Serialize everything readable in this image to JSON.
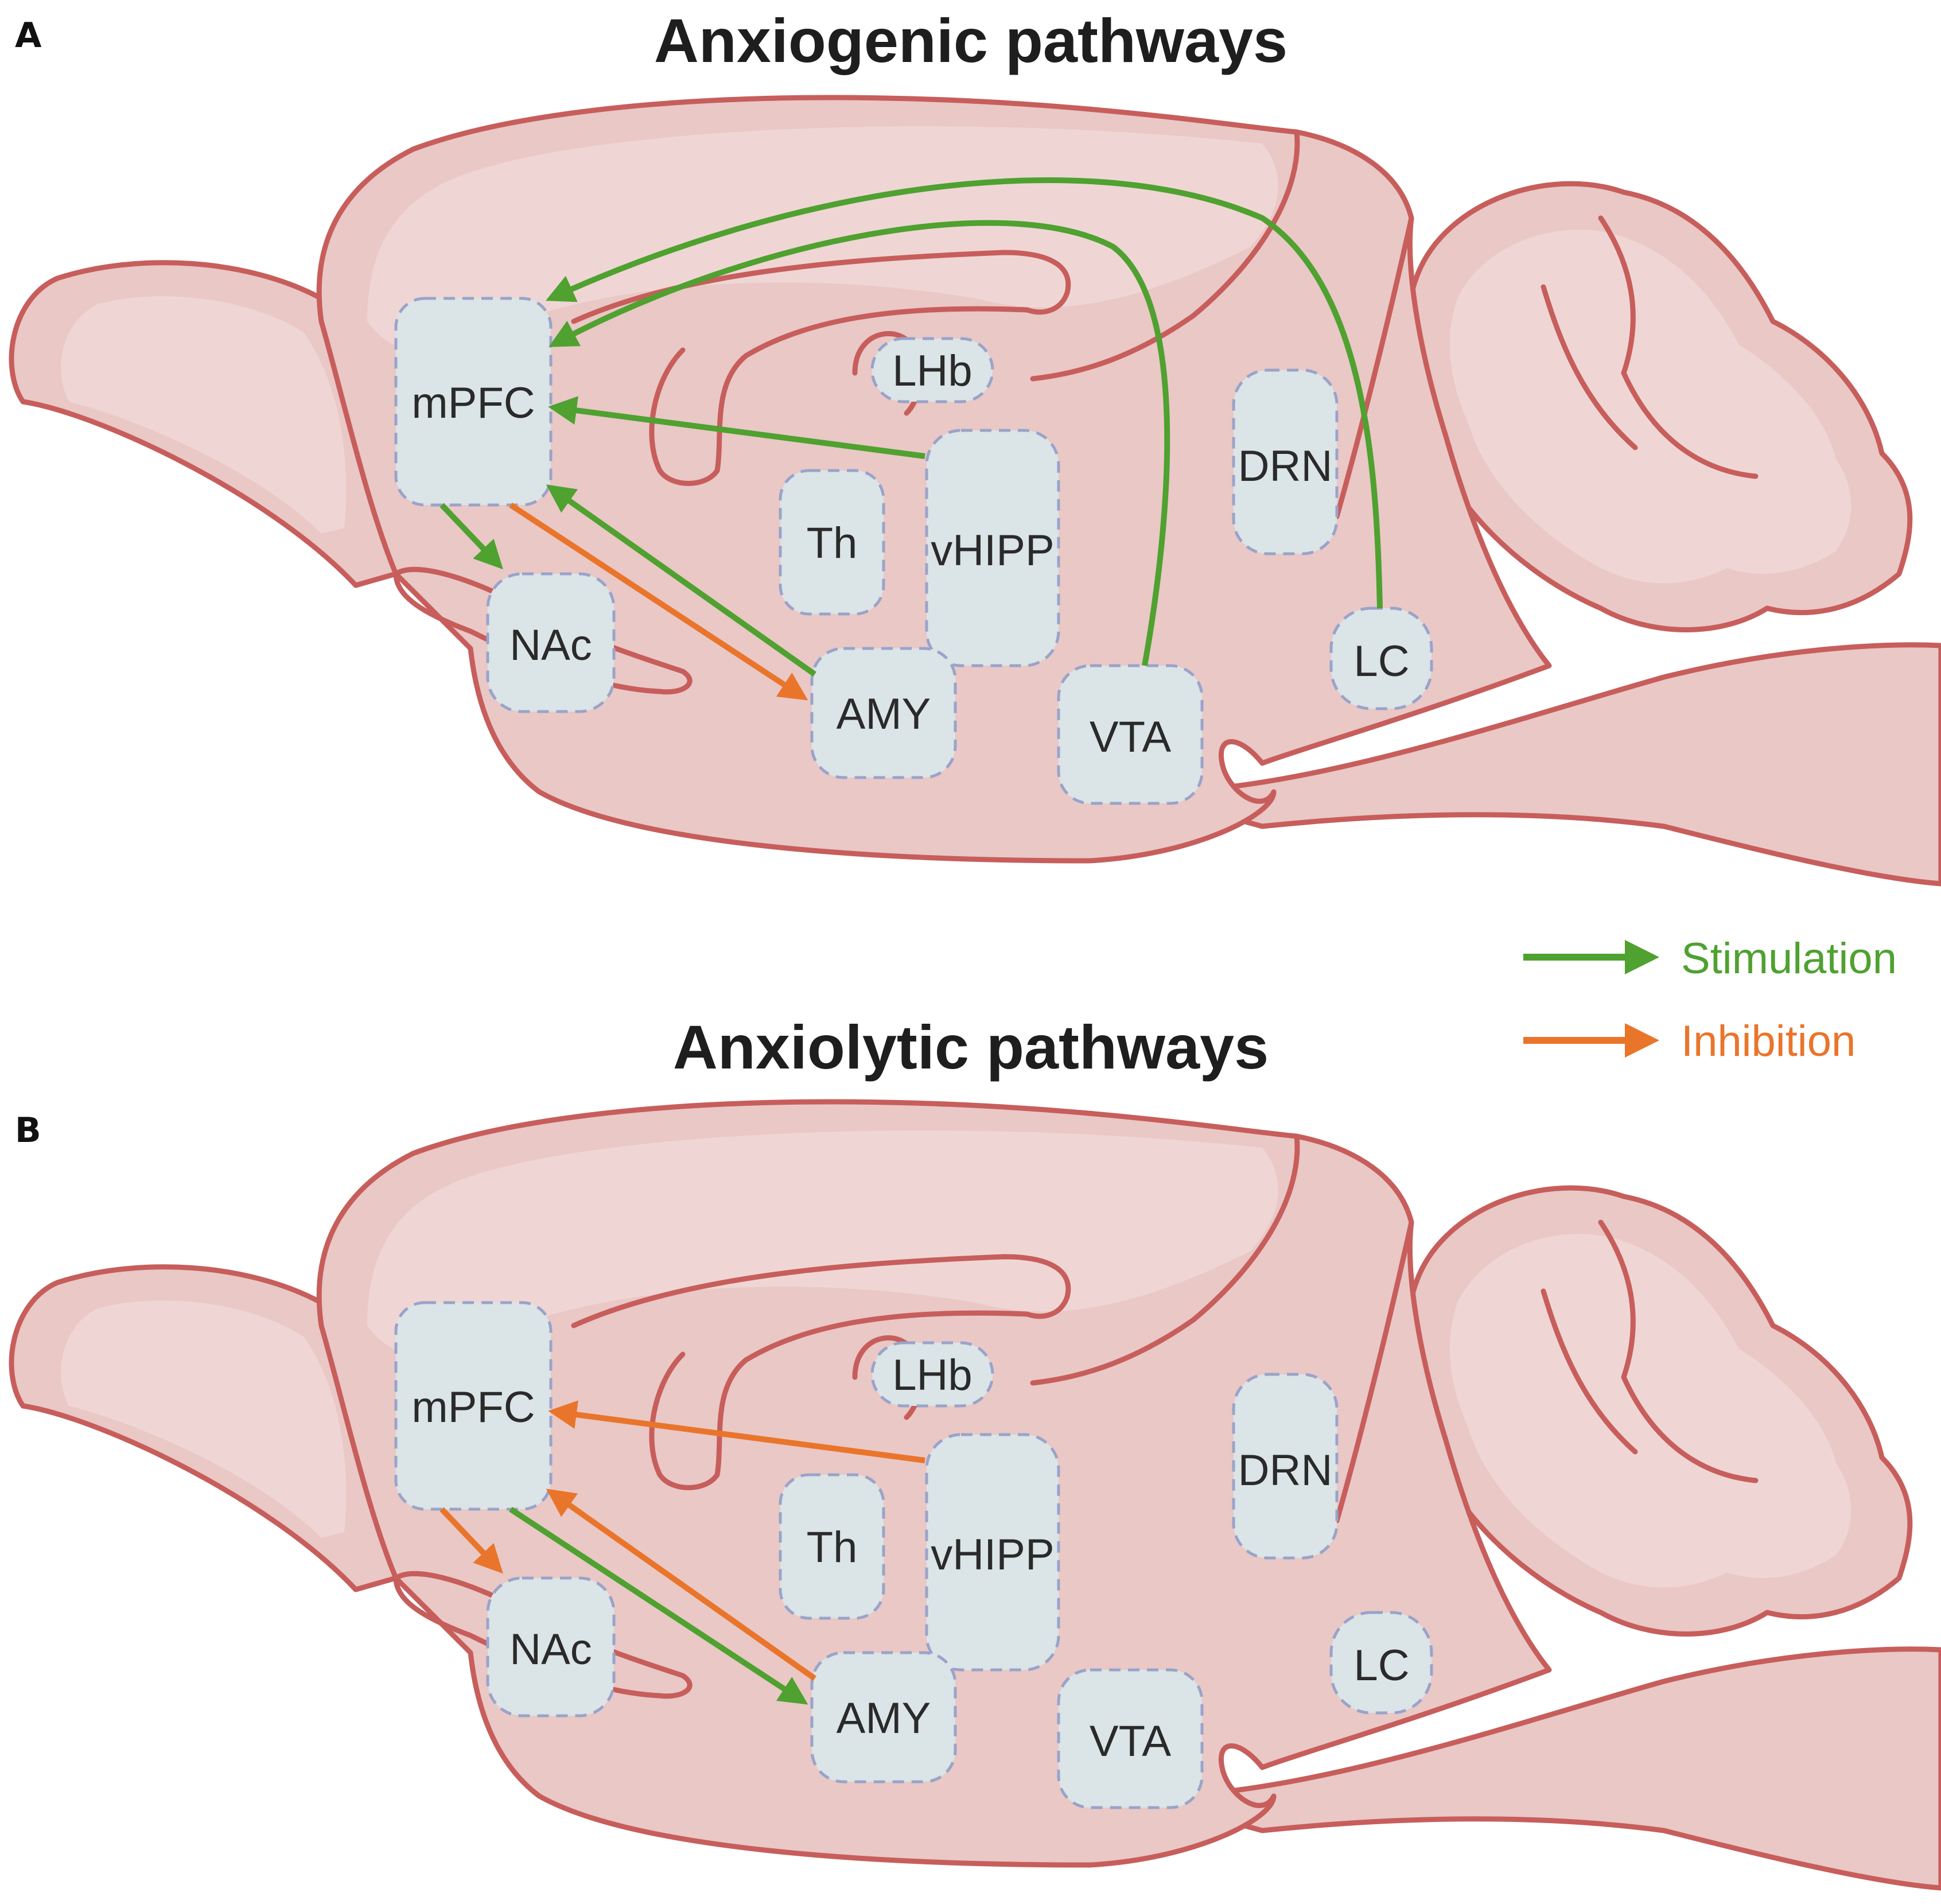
{
  "panels": [
    {
      "letter": "A",
      "title": "Anxiogenic pathways",
      "regions": {
        "mPFC": "mPFC",
        "LHb": "LHb",
        "Th": "Th",
        "vHIPP": "vHIPP",
        "DRN": "DRN",
        "NAc": "NAc",
        "AMY": "AMY",
        "VTA": "VTA",
        "LC": "LC"
      },
      "pathways": [
        {
          "from": "mPFC",
          "to": "NAc",
          "type": "stimulation"
        },
        {
          "from": "mPFC",
          "to": "AMY",
          "type": "inhibition"
        },
        {
          "from": "AMY",
          "to": "mPFC",
          "type": "stimulation"
        },
        {
          "from": "vHIPP",
          "to": "mPFC",
          "type": "stimulation"
        },
        {
          "from": "VTA",
          "to": "mPFC",
          "type": "stimulation"
        },
        {
          "from": "LC",
          "to": "mPFC",
          "type": "stimulation"
        }
      ]
    },
    {
      "letter": "B",
      "title": "Anxiolytic pathways",
      "regions": {
        "mPFC": "mPFC",
        "LHb": "LHb",
        "Th": "Th",
        "vHIPP": "vHIPP",
        "DRN": "DRN",
        "NAc": "NAc",
        "AMY": "AMY",
        "VTA": "VTA",
        "LC": "LC"
      },
      "pathways": [
        {
          "from": "mPFC",
          "to": "NAc",
          "type": "inhibition"
        },
        {
          "from": "mPFC",
          "to": "AMY",
          "type": "stimulation"
        },
        {
          "from": "AMY",
          "to": "mPFC",
          "type": "inhibition"
        },
        {
          "from": "vHIPP",
          "to": "mPFC",
          "type": "inhibition"
        }
      ]
    }
  ],
  "legend": {
    "stimulation": {
      "label": "Stimulation",
      "color": "#4fa130"
    },
    "inhibition": {
      "label": "Inhibition",
      "color": "#e9752b"
    }
  },
  "colors": {
    "brain_fill": "#e9c8c6",
    "brain_outline": "#c75e5c",
    "region_fill": "#dbe4e6",
    "region_border": "#9aa3c9"
  }
}
